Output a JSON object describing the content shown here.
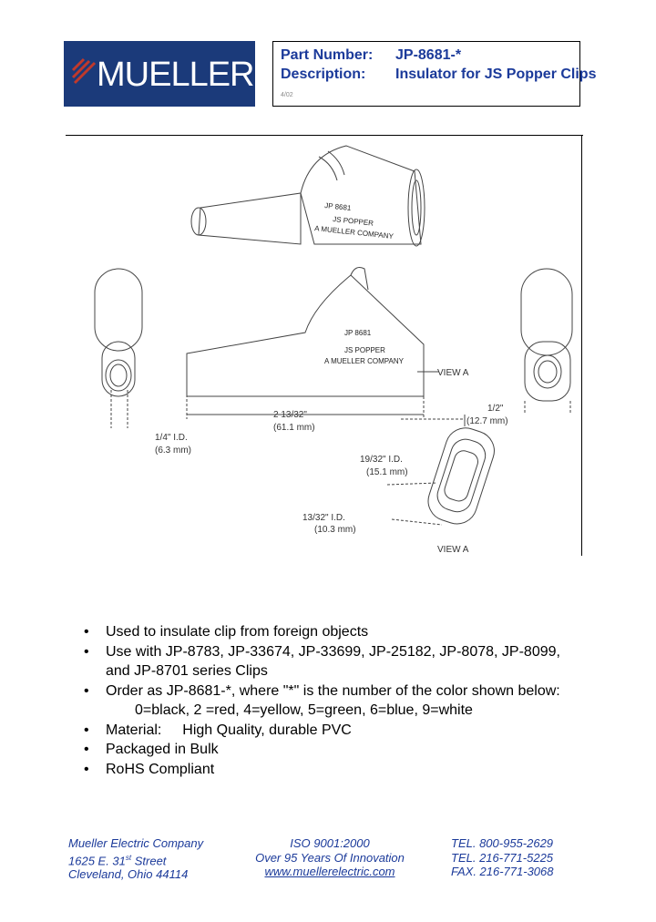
{
  "header": {
    "logo_text": "MUELLER",
    "part_label": "Part Number:",
    "part_value": "JP-8681-*",
    "desc_label": "Description:",
    "desc_value": "Insulator for JS Popper Clips",
    "rev": "4/02",
    "brand_color": "#1b3a7a"
  },
  "drawing": {
    "molded_1": "JP 8681",
    "molded_2": "JS POPPER",
    "molded_3": "A MUELLER COMPANY",
    "dim_a1": "1/4\" I.D.",
    "dim_a2": "(6.3 mm)",
    "dim_b1": "2 13/32\"",
    "dim_b2": "(61.1 mm)",
    "dim_c1": "1/2\"",
    "dim_c2": "(12.7 mm)",
    "dim_d1": "19/32\" I.D.",
    "dim_d2": "(15.1 mm)",
    "dim_e1": "13/32\" I.D.",
    "dim_e2": "(10.3 mm)",
    "view_a": "VIEW A",
    "view_a_arrow": "VIEW A"
  },
  "bullets": {
    "b1": "Used to insulate clip from foreign objects",
    "b2": "Use with JP-8783, JP-33674, JP-33699, JP-25182, JP-8078, JP-8099,",
    "b2_cont": "and JP-8701 series Clips",
    "b3": "Order as JP-8681-*, where \"*\" is the number of the color shown below:",
    "b3_cont": "0=black, 2 =red, 4=yellow, 5=green, 6=blue, 9=white",
    "b4_label": "Material:",
    "b4_value": "High Quality, durable PVC",
    "b5": "Packaged in Bulk",
    "b6": "RoHS Compliant",
    "dot": "•"
  },
  "footer": {
    "company": "Mueller Electric Company",
    "street_pre": "1625 E. 31",
    "street_sup": "st",
    "street_post": " Street",
    "city": "Cleveland, Ohio  44114",
    "iso": "ISO 9001:2000",
    "years": "Over 95 Years Of Innovation",
    "web": "www.muellerelectric.com",
    "tel1": "TEL.  800-955-2629",
    "tel2": "TEL. 216-771-5225",
    "fax": "FAX. 216-771-3068"
  }
}
